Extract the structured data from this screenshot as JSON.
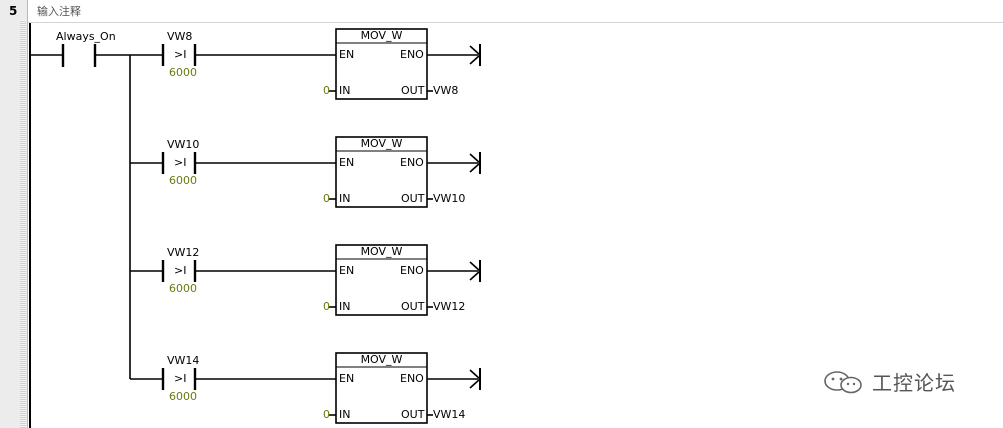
{
  "network": {
    "number": "5",
    "comment": "输入注释"
  },
  "main_contact": {
    "label": "Always_On"
  },
  "rungs": [
    {
      "compare_var": "VW8",
      "compare_op": ">I",
      "compare_val": "6000",
      "block_title": "MOV_W",
      "en": "EN",
      "eno": "ENO",
      "in_label": "IN",
      "in_value": "0",
      "out_label": "OUT",
      "out_var": "VW8"
    },
    {
      "compare_var": "VW10",
      "compare_op": ">I",
      "compare_val": "6000",
      "block_title": "MOV_W",
      "en": "EN",
      "eno": "ENO",
      "in_label": "IN",
      "in_value": "0",
      "out_label": "OUT",
      "out_var": "VW10"
    },
    {
      "compare_var": "VW12",
      "compare_op": ">I",
      "compare_val": "6000",
      "block_title": "MOV_W",
      "en": "EN",
      "eno": "ENO",
      "in_label": "IN",
      "in_value": "0",
      "out_label": "OUT",
      "out_var": "VW12"
    },
    {
      "compare_var": "VW14",
      "compare_op": ">I",
      "compare_val": "6000",
      "block_title": "MOV_W",
      "en": "EN",
      "eno": "ENO",
      "in_label": "IN",
      "in_value": "0",
      "out_label": "OUT",
      "out_var": "VW14"
    }
  ],
  "watermark": {
    "icon": "wechat-icon",
    "text": "工控论坛"
  }
}
